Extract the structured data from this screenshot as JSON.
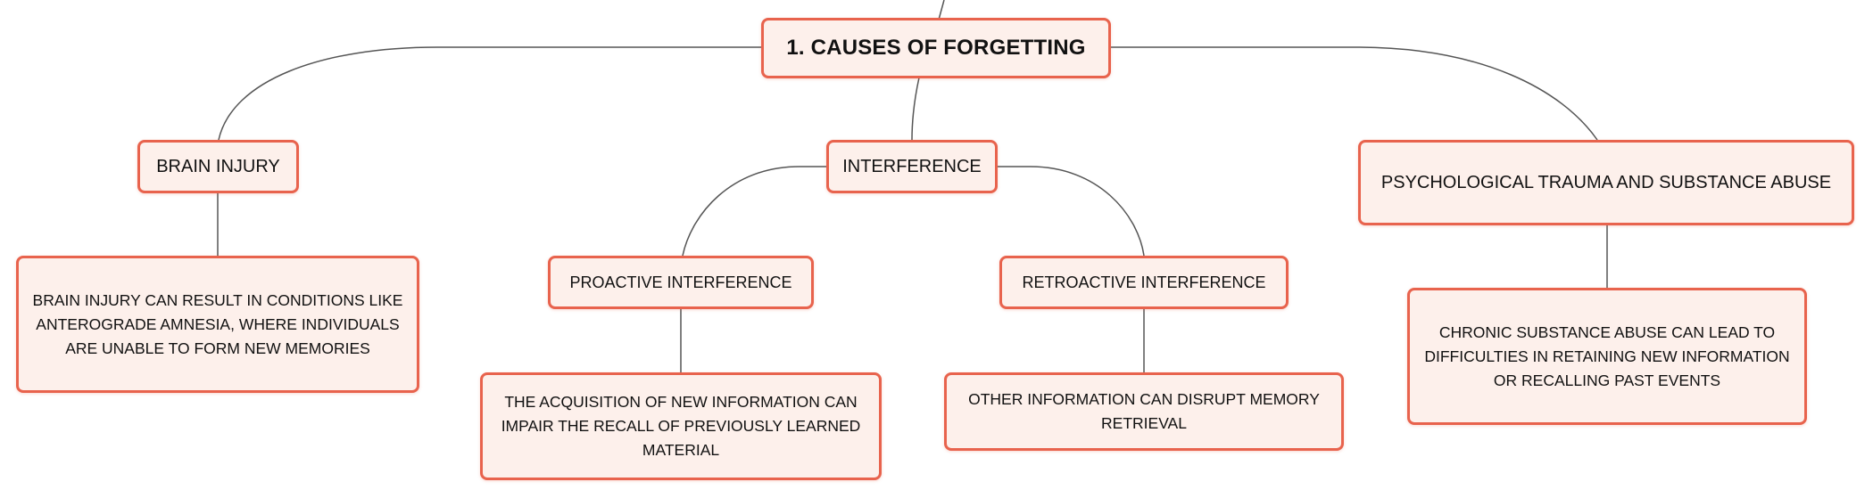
{
  "root": {
    "label": "1. CAUSES OF FORGETTING"
  },
  "branches": {
    "brain_injury": {
      "label": "BRAIN INJURY",
      "detail": "BRAIN INJURY CAN RESULT IN CONDITIONS LIKE ANTEROGRADE AMNESIA, WHERE INDIVIDUALS ARE UNABLE TO FORM NEW MEMORIES"
    },
    "interference": {
      "label": "INTERFERENCE",
      "proactive": {
        "label": "PROACTIVE INTERFERENCE",
        "detail": "THE ACQUISITION OF NEW INFORMATION CAN IMPAIR THE RECALL OF PREVIOUSLY LEARNED MATERIAL"
      },
      "retroactive": {
        "label": "RETROACTIVE INTERFERENCE",
        "detail": "OTHER INFORMATION CAN DISRUPT MEMORY RETRIEVAL"
      }
    },
    "psych_trauma": {
      "label": "PSYCHOLOGICAL TRAUMA AND SUBSTANCE ABUSE",
      "detail": "CHRONIC SUBSTANCE ABUSE CAN LEAD TO DIFFICULTIES IN RETAINING NEW INFORMATION OR RECALLING PAST EVENTS"
    }
  },
  "colors": {
    "node_border": "#e8634d",
    "node_fill": "#fdf0eb",
    "connector": "#555555",
    "text": "#111111"
  }
}
